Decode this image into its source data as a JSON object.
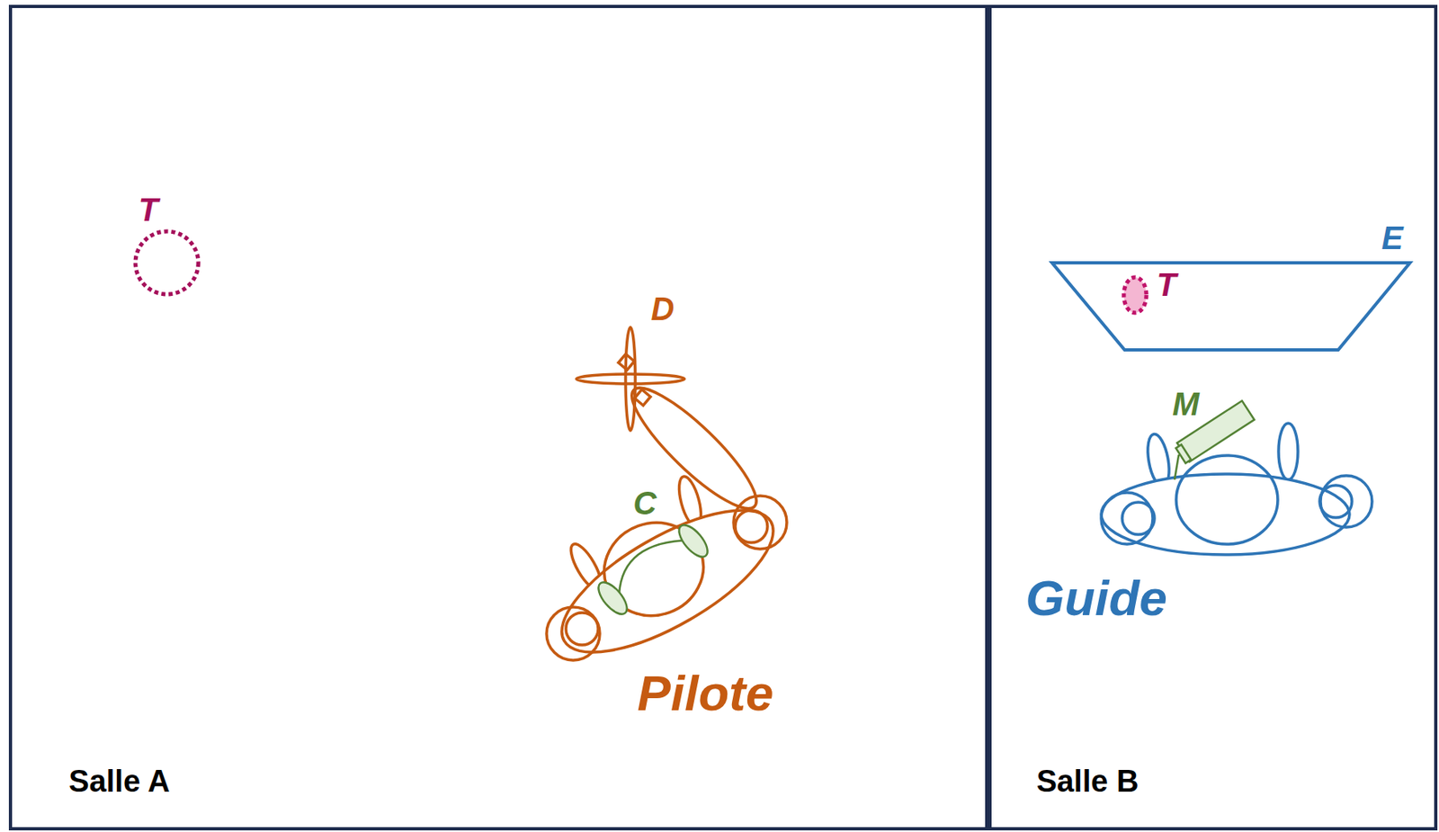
{
  "diagram": {
    "nodes": [
      {
        "text": [
          "Salle A"
        ]
      },
      {
        "text": [
          "T"
        ],
        "in": 0
      },
      {
        "text": [
          "D"
        ],
        "in": 0
      },
      {
        "text": [
          "Pilote"
        ],
        "in": 0
      },
      {
        "text": [
          "Salle B"
        ]
      },
      {
        "text": [
          "E"
        ],
        "in": 4
      },
      {
        "text": [
          "T"
        ],
        "in": 5
      },
      {
        "text": [
          "Guide"
        ],
        "in": 4
      }
    ],
    "labels": [
      "C",
      "M"
    ]
  }
}
